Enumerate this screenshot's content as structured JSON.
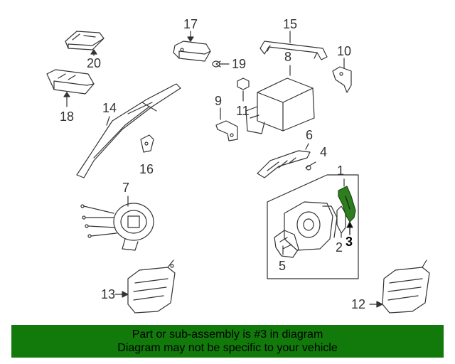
{
  "diagram": {
    "callouts": [
      "1",
      "2",
      "3",
      "4",
      "5",
      "6",
      "7",
      "8",
      "9",
      "10",
      "11",
      "12",
      "13",
      "14",
      "15",
      "16",
      "17",
      "18",
      "19",
      "20"
    ],
    "highlighted_part": "3",
    "highlight_color": "#2e7d1e"
  },
  "banner": {
    "line1": "Part or sub-assembly is #3 in diagram",
    "line2": "Diagram may not be specific to your vehicle",
    "background": "#117a0b"
  }
}
